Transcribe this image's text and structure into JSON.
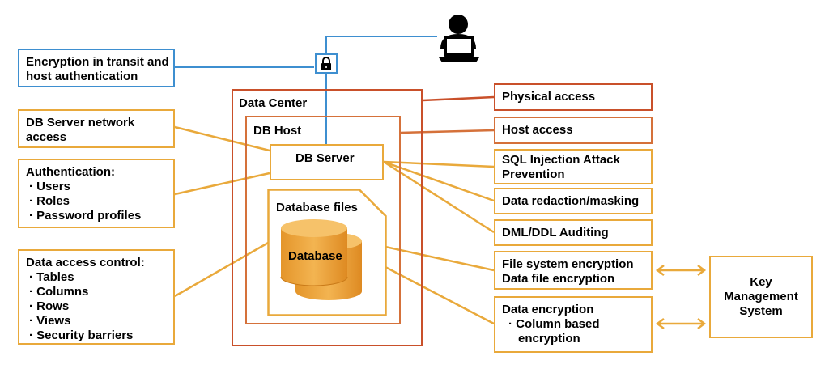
{
  "transit": {
    "lines": [
      "Encryption in transit and",
      "host authentication"
    ]
  },
  "network": {
    "lines": [
      "DB Server network",
      "access"
    ]
  },
  "authentication": {
    "title": "Authentication:",
    "items": [
      "Users",
      "Roles",
      "Password profiles"
    ]
  },
  "access_control": {
    "title": "Data access control:",
    "items": [
      "Tables",
      "Columns",
      "Rows",
      "Views",
      "Security barriers"
    ]
  },
  "datacenter": {
    "label": "Data Center"
  },
  "dbhost": {
    "label": "DB Host"
  },
  "dbserver": {
    "label": "DB Server"
  },
  "dbfiles": {
    "label": "Database files"
  },
  "database": {
    "label": "Database"
  },
  "physical": {
    "label": "Physical access"
  },
  "hostaccess": {
    "label": "Host access"
  },
  "sqlinj": {
    "lines": [
      "SQL Injection Attack",
      "Prevention"
    ]
  },
  "redaction": {
    "label": "Data redaction/masking"
  },
  "auditing": {
    "label": "DML/DDL Auditing"
  },
  "fsenc": {
    "lines": [
      "File system encryption",
      "Data file encryption"
    ]
  },
  "dataenc": {
    "title": "Data encryption",
    "item_lines": [
      "Column based",
      "encryption"
    ]
  },
  "kms": {
    "lines": [
      "Key",
      "Management",
      "System"
    ]
  },
  "icons": [
    "user-icon",
    "laptop-icon",
    "lock-icon",
    "database-icon",
    "double-arrow-icon"
  ],
  "colors": {
    "orange": "#E9A93B",
    "red": "#C9502A",
    "dark_orange": "#D5713A",
    "blue": "#3E8FD0",
    "database_fill": "#EEA538"
  }
}
